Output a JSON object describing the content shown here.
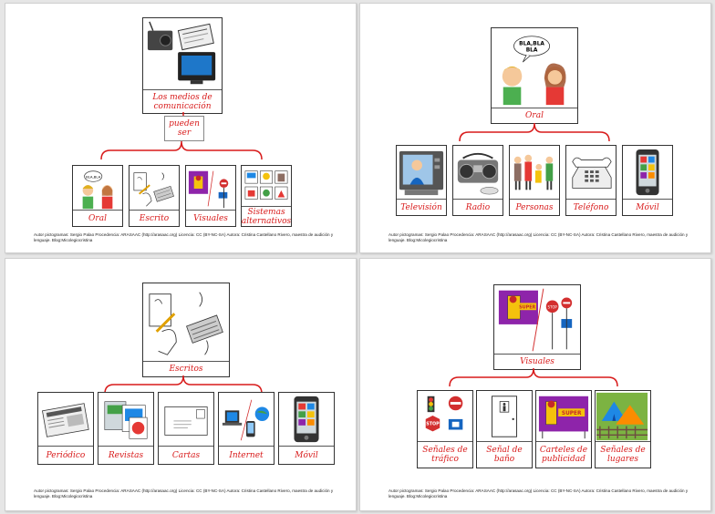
{
  "credit": "Autor pictogramas: Sergio Palao Procedencia: ARASAAC (http://arasaac.org) Licencia: CC (BY-NC-SA) Autora: Cristina Castellano Rivero, maestra de audición y lenguaje. Blog:Micolegiocristina",
  "slide1": {
    "title": "Los medios de\ncomunicación",
    "connector": "pueden\nser",
    "items": [
      "Oral",
      "Escrito",
      "Visuales",
      "Sistemas\nalternativos"
    ]
  },
  "slide2": {
    "title": "Oral",
    "speech": "BLA,BLA\nBLA",
    "items": [
      "Televisión",
      "Radio",
      "Personas",
      "Teléfono",
      "Móvil"
    ]
  },
  "slide3": {
    "title": "Escritos",
    "items": [
      "Periódico",
      "Revistas",
      "Cartas",
      "Internet",
      "Móvil"
    ]
  },
  "slide4": {
    "title": "Visuales",
    "items": [
      "Señales de\ntráfico",
      "Señal de\nbaño",
      "Carteles de\npublicidad",
      "Señales de\nlugares"
    ]
  },
  "colors": {
    "label_text": "#d81a1a",
    "brace": "#d81a1a"
  }
}
